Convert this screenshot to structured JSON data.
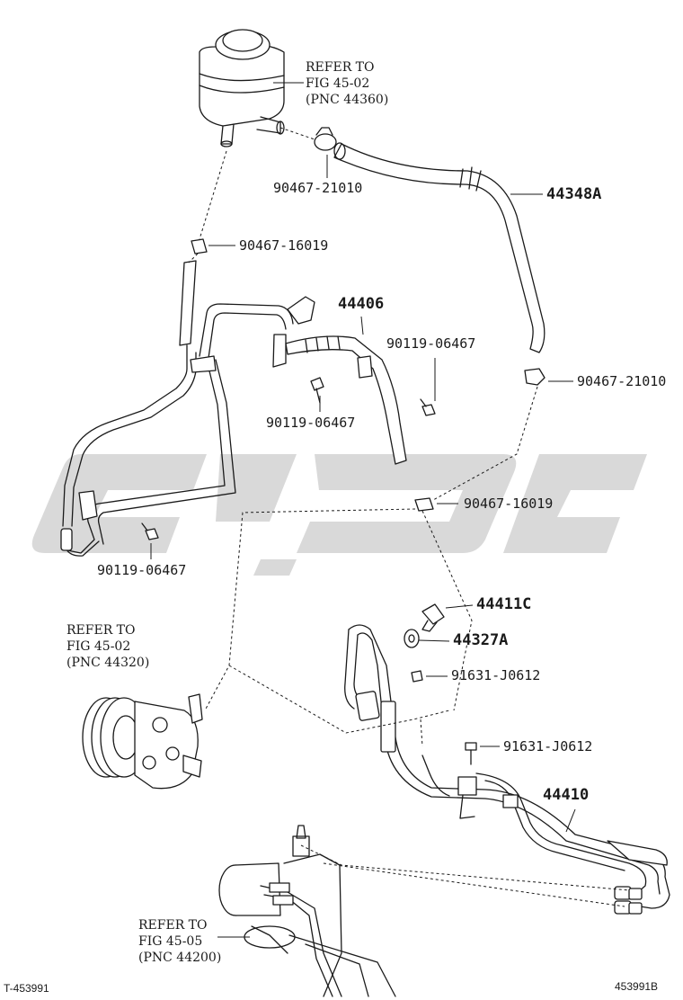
{
  "diagram": {
    "watermark_color": "#d2d2d2",
    "line_color": "#1a1a1a",
    "parts": [
      {
        "id": "p1",
        "label": "90467-21010"
      },
      {
        "id": "p2",
        "label": "44348A"
      },
      {
        "id": "p3",
        "label": "90467-16019"
      },
      {
        "id": "p4",
        "label": "44406"
      },
      {
        "id": "p5",
        "label": "90119-06467"
      },
      {
        "id": "p6",
        "label": "90467-21010"
      },
      {
        "id": "p7",
        "label": "90119-06467"
      },
      {
        "id": "p8",
        "label": "90467-16019"
      },
      {
        "id": "p9",
        "label": "90119-06467"
      },
      {
        "id": "p10",
        "label": "44411C"
      },
      {
        "id": "p11",
        "label": "44327A"
      },
      {
        "id": "p12",
        "label": "91631-J0612"
      },
      {
        "id": "p13",
        "label": "91631-J0612"
      },
      {
        "id": "p14",
        "label": "44410"
      }
    ],
    "references": [
      {
        "id": "r1",
        "lines": [
          "REFER TO",
          "FIG 45-02",
          "(PNC 44360)"
        ]
      },
      {
        "id": "r2",
        "lines": [
          "REFER TO",
          "FIG 45-02",
          "(PNC 44320)"
        ]
      },
      {
        "id": "r3",
        "lines": [
          "REFER TO",
          "FIG 45-05",
          "(PNC 44200)"
        ]
      }
    ],
    "footer_left": "T-453991",
    "footer_right": "453991B"
  }
}
